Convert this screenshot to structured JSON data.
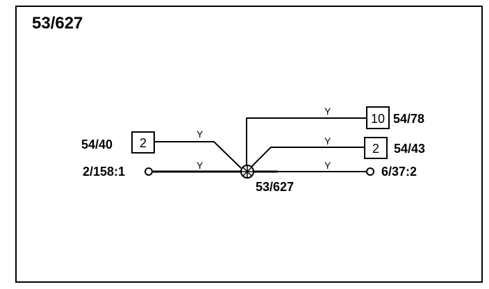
{
  "diagram": {
    "title": "53/627",
    "splice_label": "53/627",
    "wire_color_code": "Y",
    "connectors": [
      {
        "id": "left-box",
        "pin": "2",
        "label": "54/40"
      },
      {
        "id": "top-right-box",
        "pin": "10",
        "label": "54/78"
      },
      {
        "id": "mid-right-box",
        "pin": "2",
        "label": "54/43"
      }
    ],
    "terminals": [
      {
        "id": "left-terminal",
        "label": "2/158:1"
      },
      {
        "id": "right-terminal",
        "label": "6/37:2"
      }
    ]
  }
}
